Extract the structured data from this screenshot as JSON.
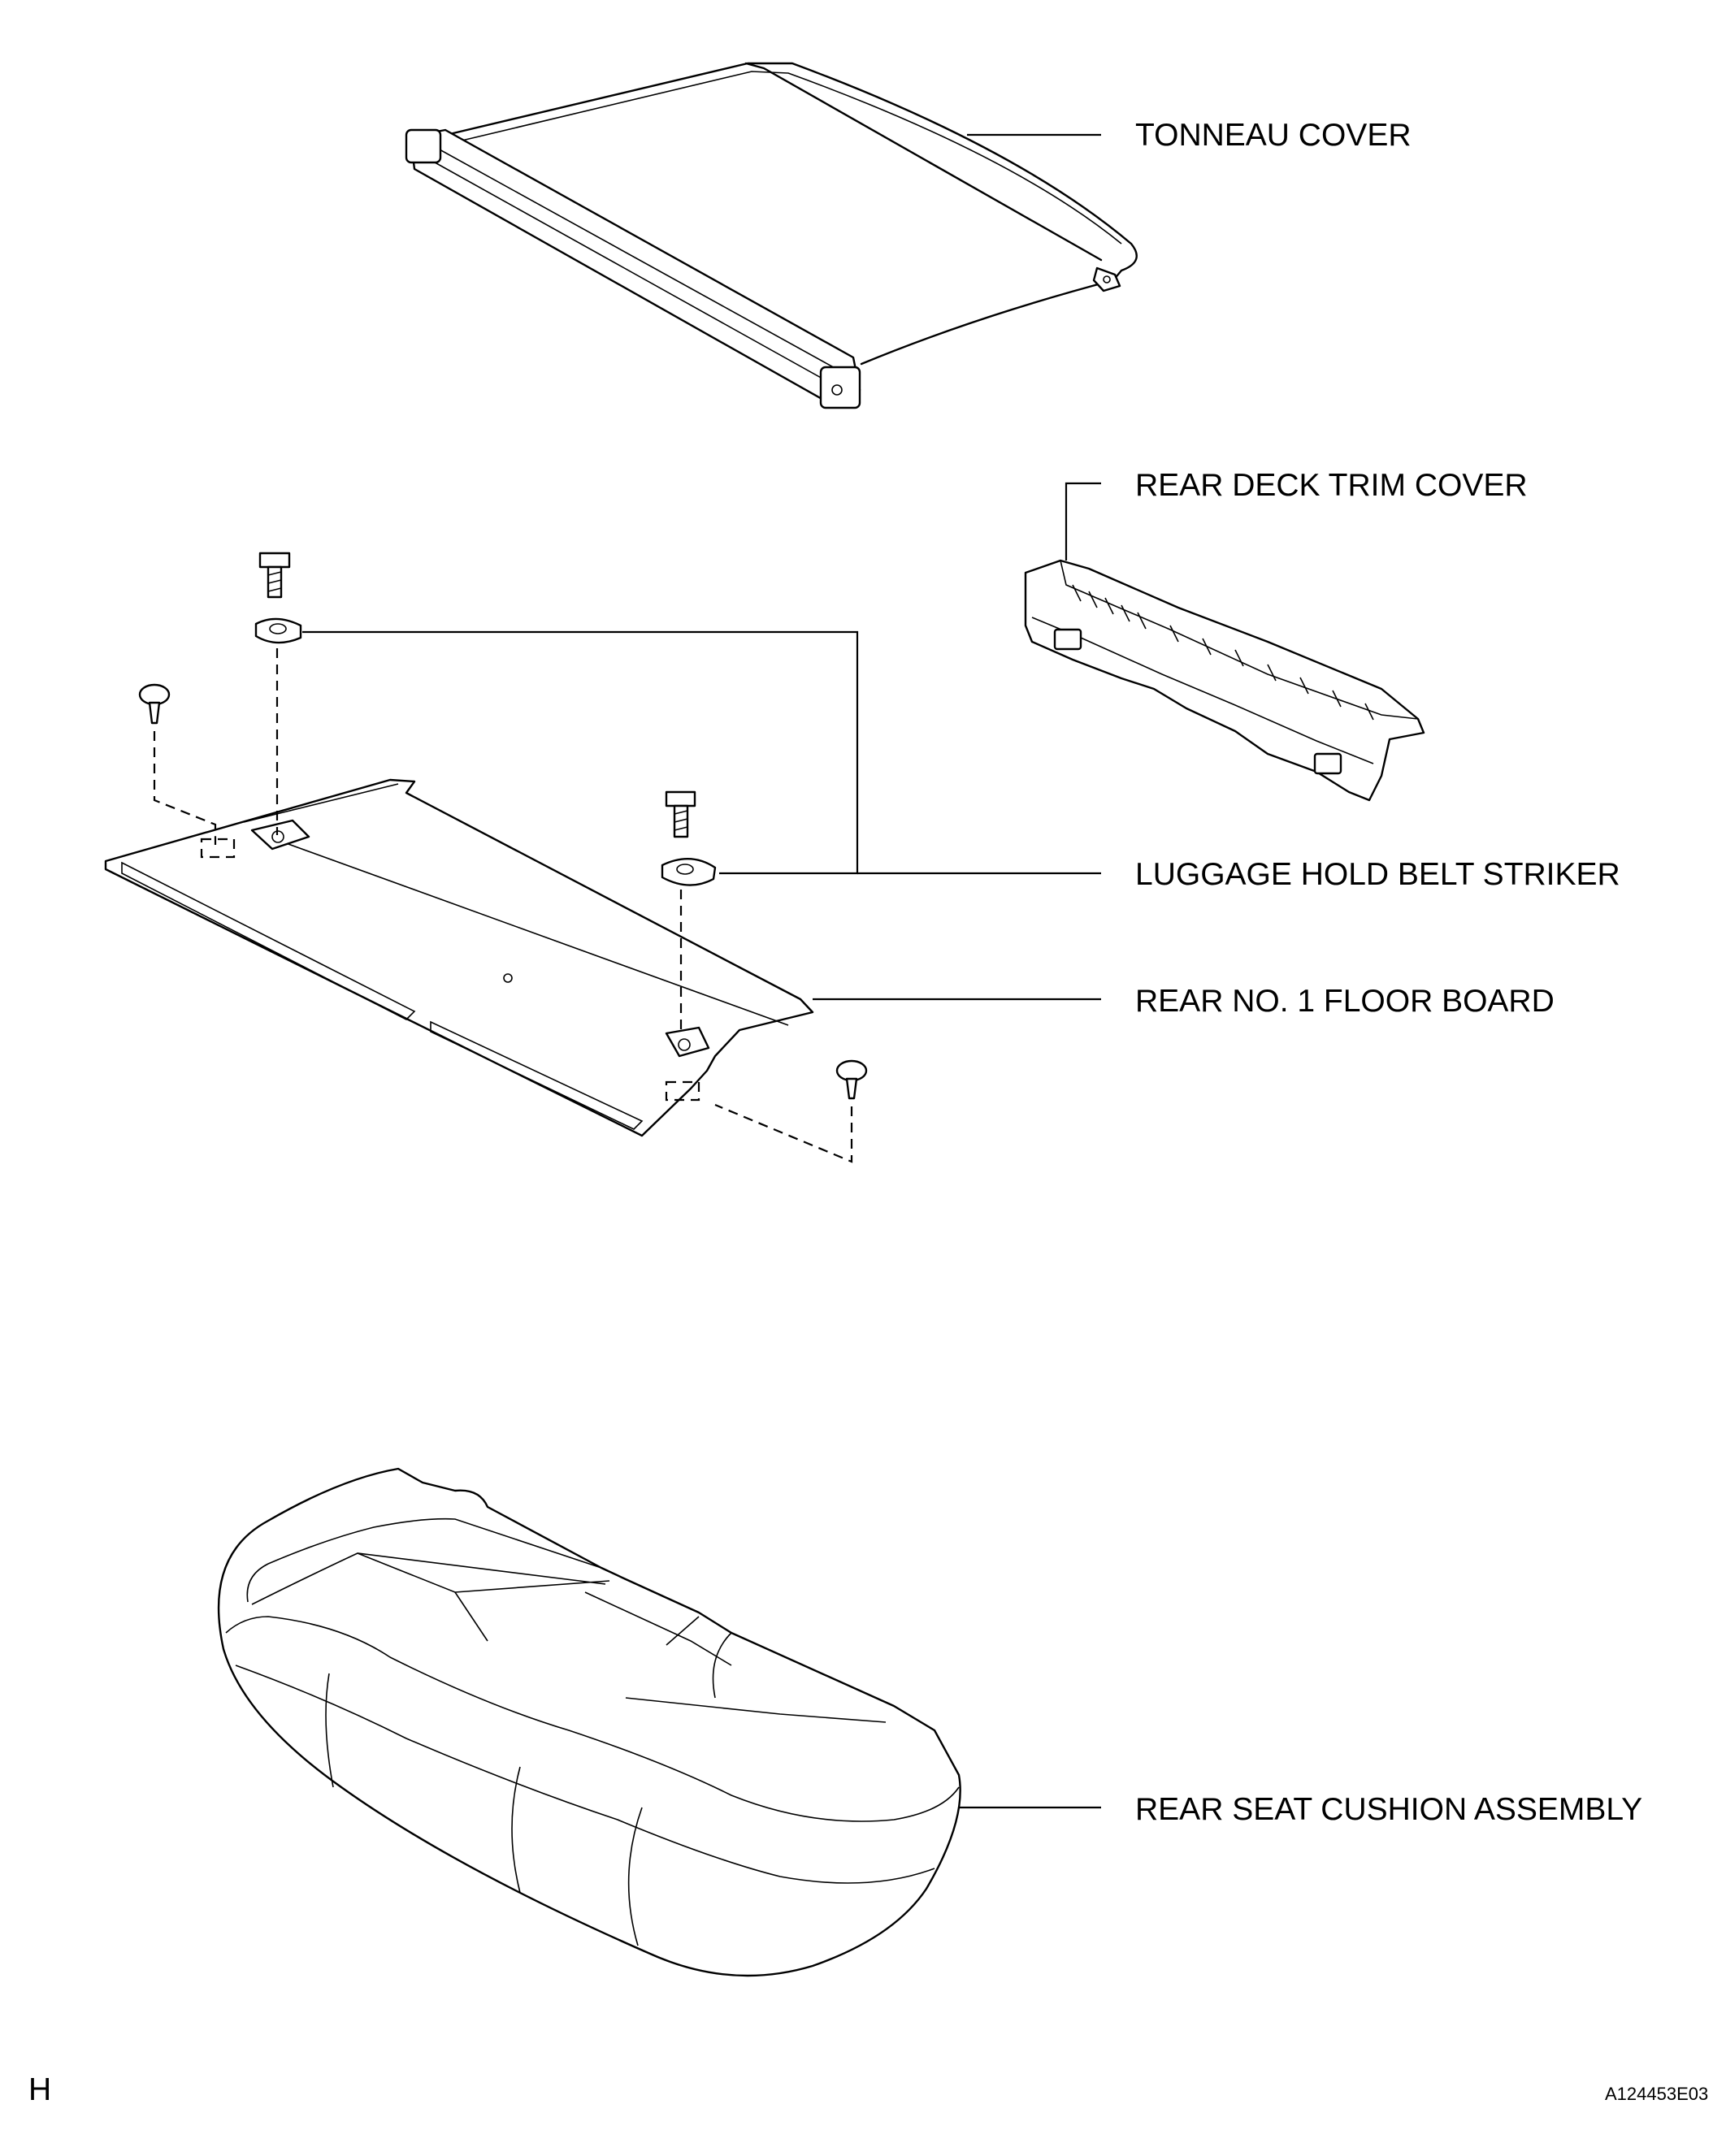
{
  "labels": {
    "tonneau_cover": "TONNEAU COVER",
    "rear_deck_trim_cover": "REAR DECK TRIM COVER",
    "luggage_hold_belt_striker": "LUGGAGE HOLD BELT STRIKER",
    "rear_no1_floor_board": "REAR NO. 1 FLOOR BOARD",
    "rear_seat_cushion_assembly": "REAR SEAT CUSHION ASSEMBLY"
  },
  "footer": {
    "corner_mark": "H",
    "figure_id": "A124453E03"
  }
}
